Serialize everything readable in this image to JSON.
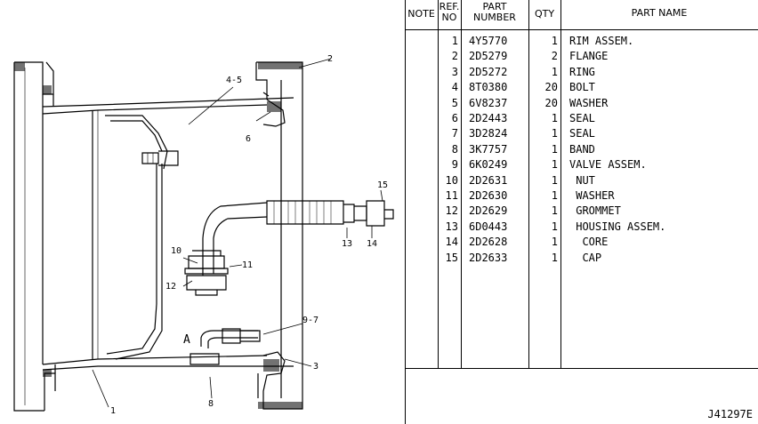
{
  "drawing": {
    "callouts": [
      "1",
      "2",
      "3",
      "4-5",
      "6",
      "8",
      "9-7",
      "10",
      "11",
      "12",
      "13",
      "14",
      "15",
      "A"
    ]
  },
  "table": {
    "headers": {
      "note": "NOTE",
      "ref_line1": "REF.",
      "ref_line2": "NO",
      "part_line1": "PART",
      "part_line2": "NUMBER",
      "qty": "QTY",
      "name": "PART NAME"
    },
    "rows": [
      {
        "ref": "1",
        "number": "4Y5770",
        "qty": "1",
        "name": "RIM ASSEM."
      },
      {
        "ref": "2",
        "number": "2D5279",
        "qty": "2",
        "name": "FLANGE"
      },
      {
        "ref": "3",
        "number": "2D5272",
        "qty": "1",
        "name": "RING"
      },
      {
        "ref": "4",
        "number": "8T0380",
        "qty": "20",
        "name": "BOLT"
      },
      {
        "ref": "5",
        "number": "6V8237",
        "qty": "20",
        "name": "WASHER"
      },
      {
        "ref": "6",
        "number": "2D2443",
        "qty": "1",
        "name": "SEAL"
      },
      {
        "ref": "7",
        "number": "3D2824",
        "qty": "1",
        "name": "SEAL"
      },
      {
        "ref": "8",
        "number": "3K7757",
        "qty": "1",
        "name": "BAND"
      },
      {
        "ref": "9",
        "number": "6K0249",
        "qty": "1",
        "name": "VALVE ASSEM."
      },
      {
        "ref": "10",
        "number": "2D2631",
        "qty": "1",
        "name": " NUT"
      },
      {
        "ref": "11",
        "number": "2D2630",
        "qty": "1",
        "name": " WASHER"
      },
      {
        "ref": "12",
        "number": "2D2629",
        "qty": "1",
        "name": " GROMMET"
      },
      {
        "ref": "13",
        "number": "6D0443",
        "qty": "1",
        "name": " HOUSING ASSEM."
      },
      {
        "ref": "14",
        "number": "2D2628",
        "qty": "1",
        "name": "  CORE"
      },
      {
        "ref": "15",
        "number": "2D2633",
        "qty": "1",
        "name": "  CAP"
      }
    ]
  },
  "drawing_id": "J41297E"
}
